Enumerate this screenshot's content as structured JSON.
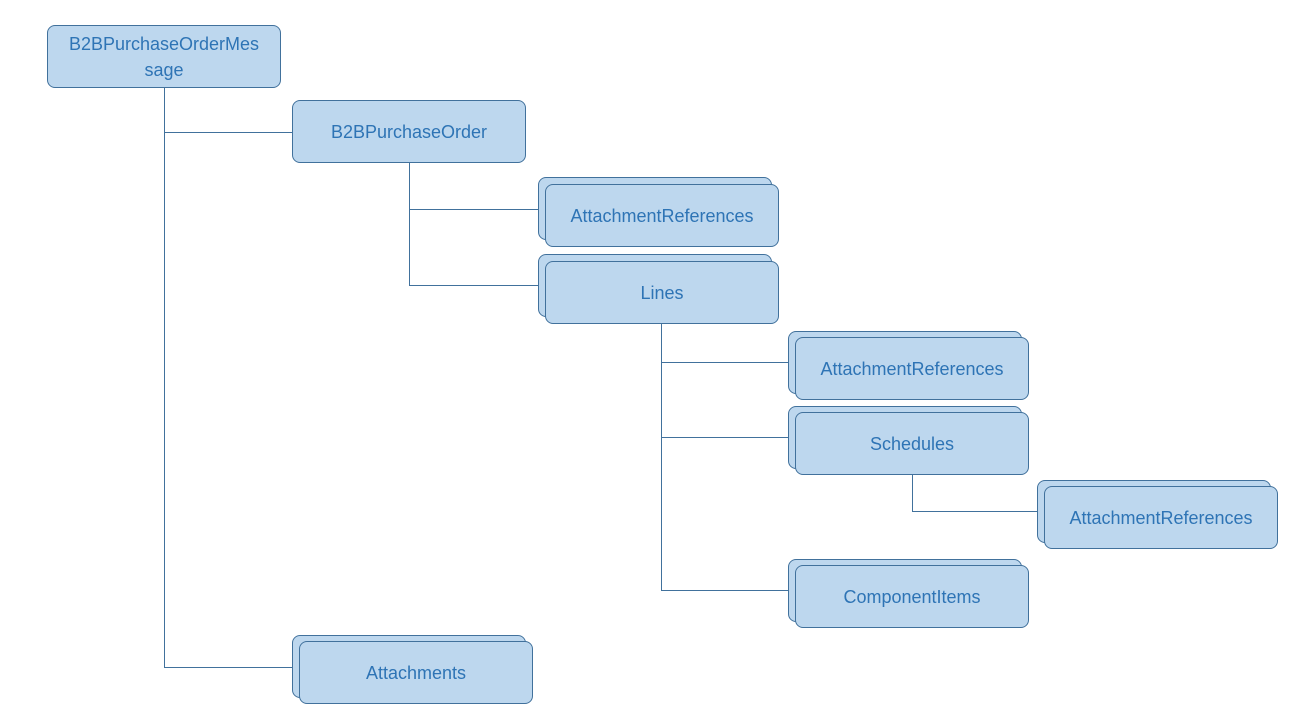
{
  "diagram": {
    "root": "B2BPurchaseOrderMes sage",
    "purchase_order": "B2BPurchaseOrder",
    "po_attachment_refs": "AttachmentReferences",
    "lines": "Lines",
    "line_attachment_refs": "AttachmentReferences",
    "schedules": "Schedules",
    "schedule_attachment_refs": "AttachmentReferences",
    "component_items": "ComponentItems",
    "attachments": "Attachments"
  },
  "colors": {
    "fill": "#bdd7ee",
    "border": "#41719c",
    "text": "#2e74b5",
    "connector": "#41719c"
  }
}
